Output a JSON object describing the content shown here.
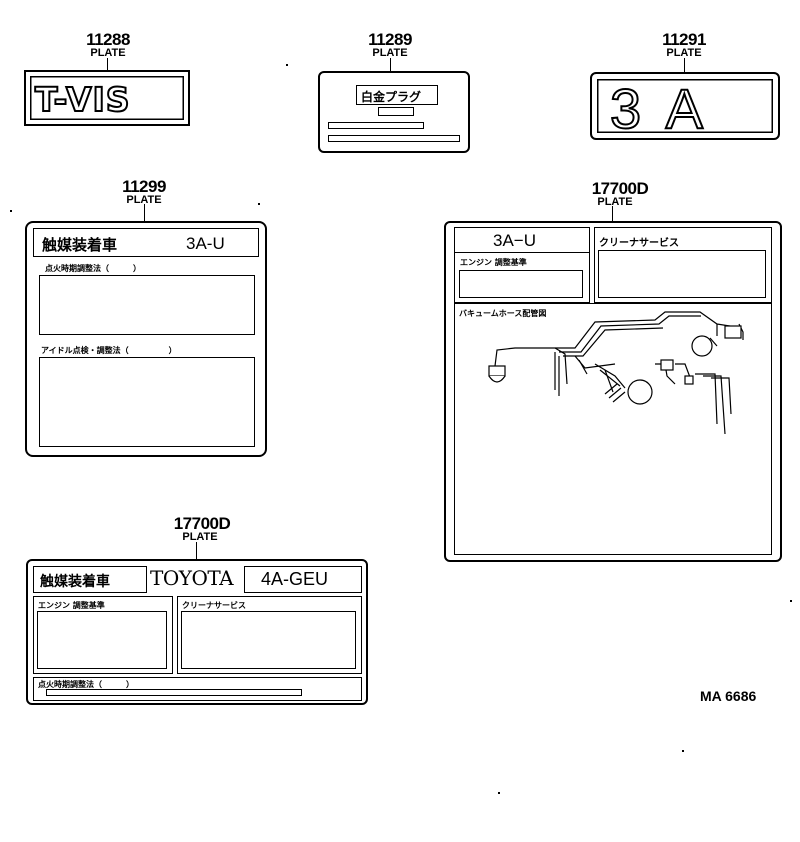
{
  "parts": {
    "p11288": {
      "number": "11288",
      "label": "PLATE",
      "emblem": "T-VIS"
    },
    "p11289": {
      "number": "11289",
      "label": "PLATE",
      "title": "白金プラグ",
      "mark": "ロ"
    },
    "p11291": {
      "number": "11291",
      "label": "PLATE",
      "emblem": "3 A"
    },
    "p11299": {
      "number": "11299",
      "label": "PLATE",
      "header_left": "触媒装着車",
      "header_right": "3A-U",
      "section1": "点火時期調整法（　　　）",
      "section2": "アイドル点検・調整法（　　　　　）"
    },
    "p17700d_a": {
      "number": "17700D",
      "label": "PLATE",
      "header": "3A−U",
      "engine_label": "エンジン 調整基準",
      "cleaner_label": "クリーナサービス",
      "vacuum_label": "バキュームホース配管図"
    },
    "p17700d_b": {
      "number": "17700D",
      "label": "PLATE",
      "header_left": "触媒装着車",
      "brand": "TOYOTA",
      "model": "4A-GEU",
      "engine_label": "エンジン 調整基準",
      "cleaner_label": "クリーナサービス",
      "timing_label": "点火時期調整法（　　　）"
    }
  },
  "footer_code": "MA 6686"
}
